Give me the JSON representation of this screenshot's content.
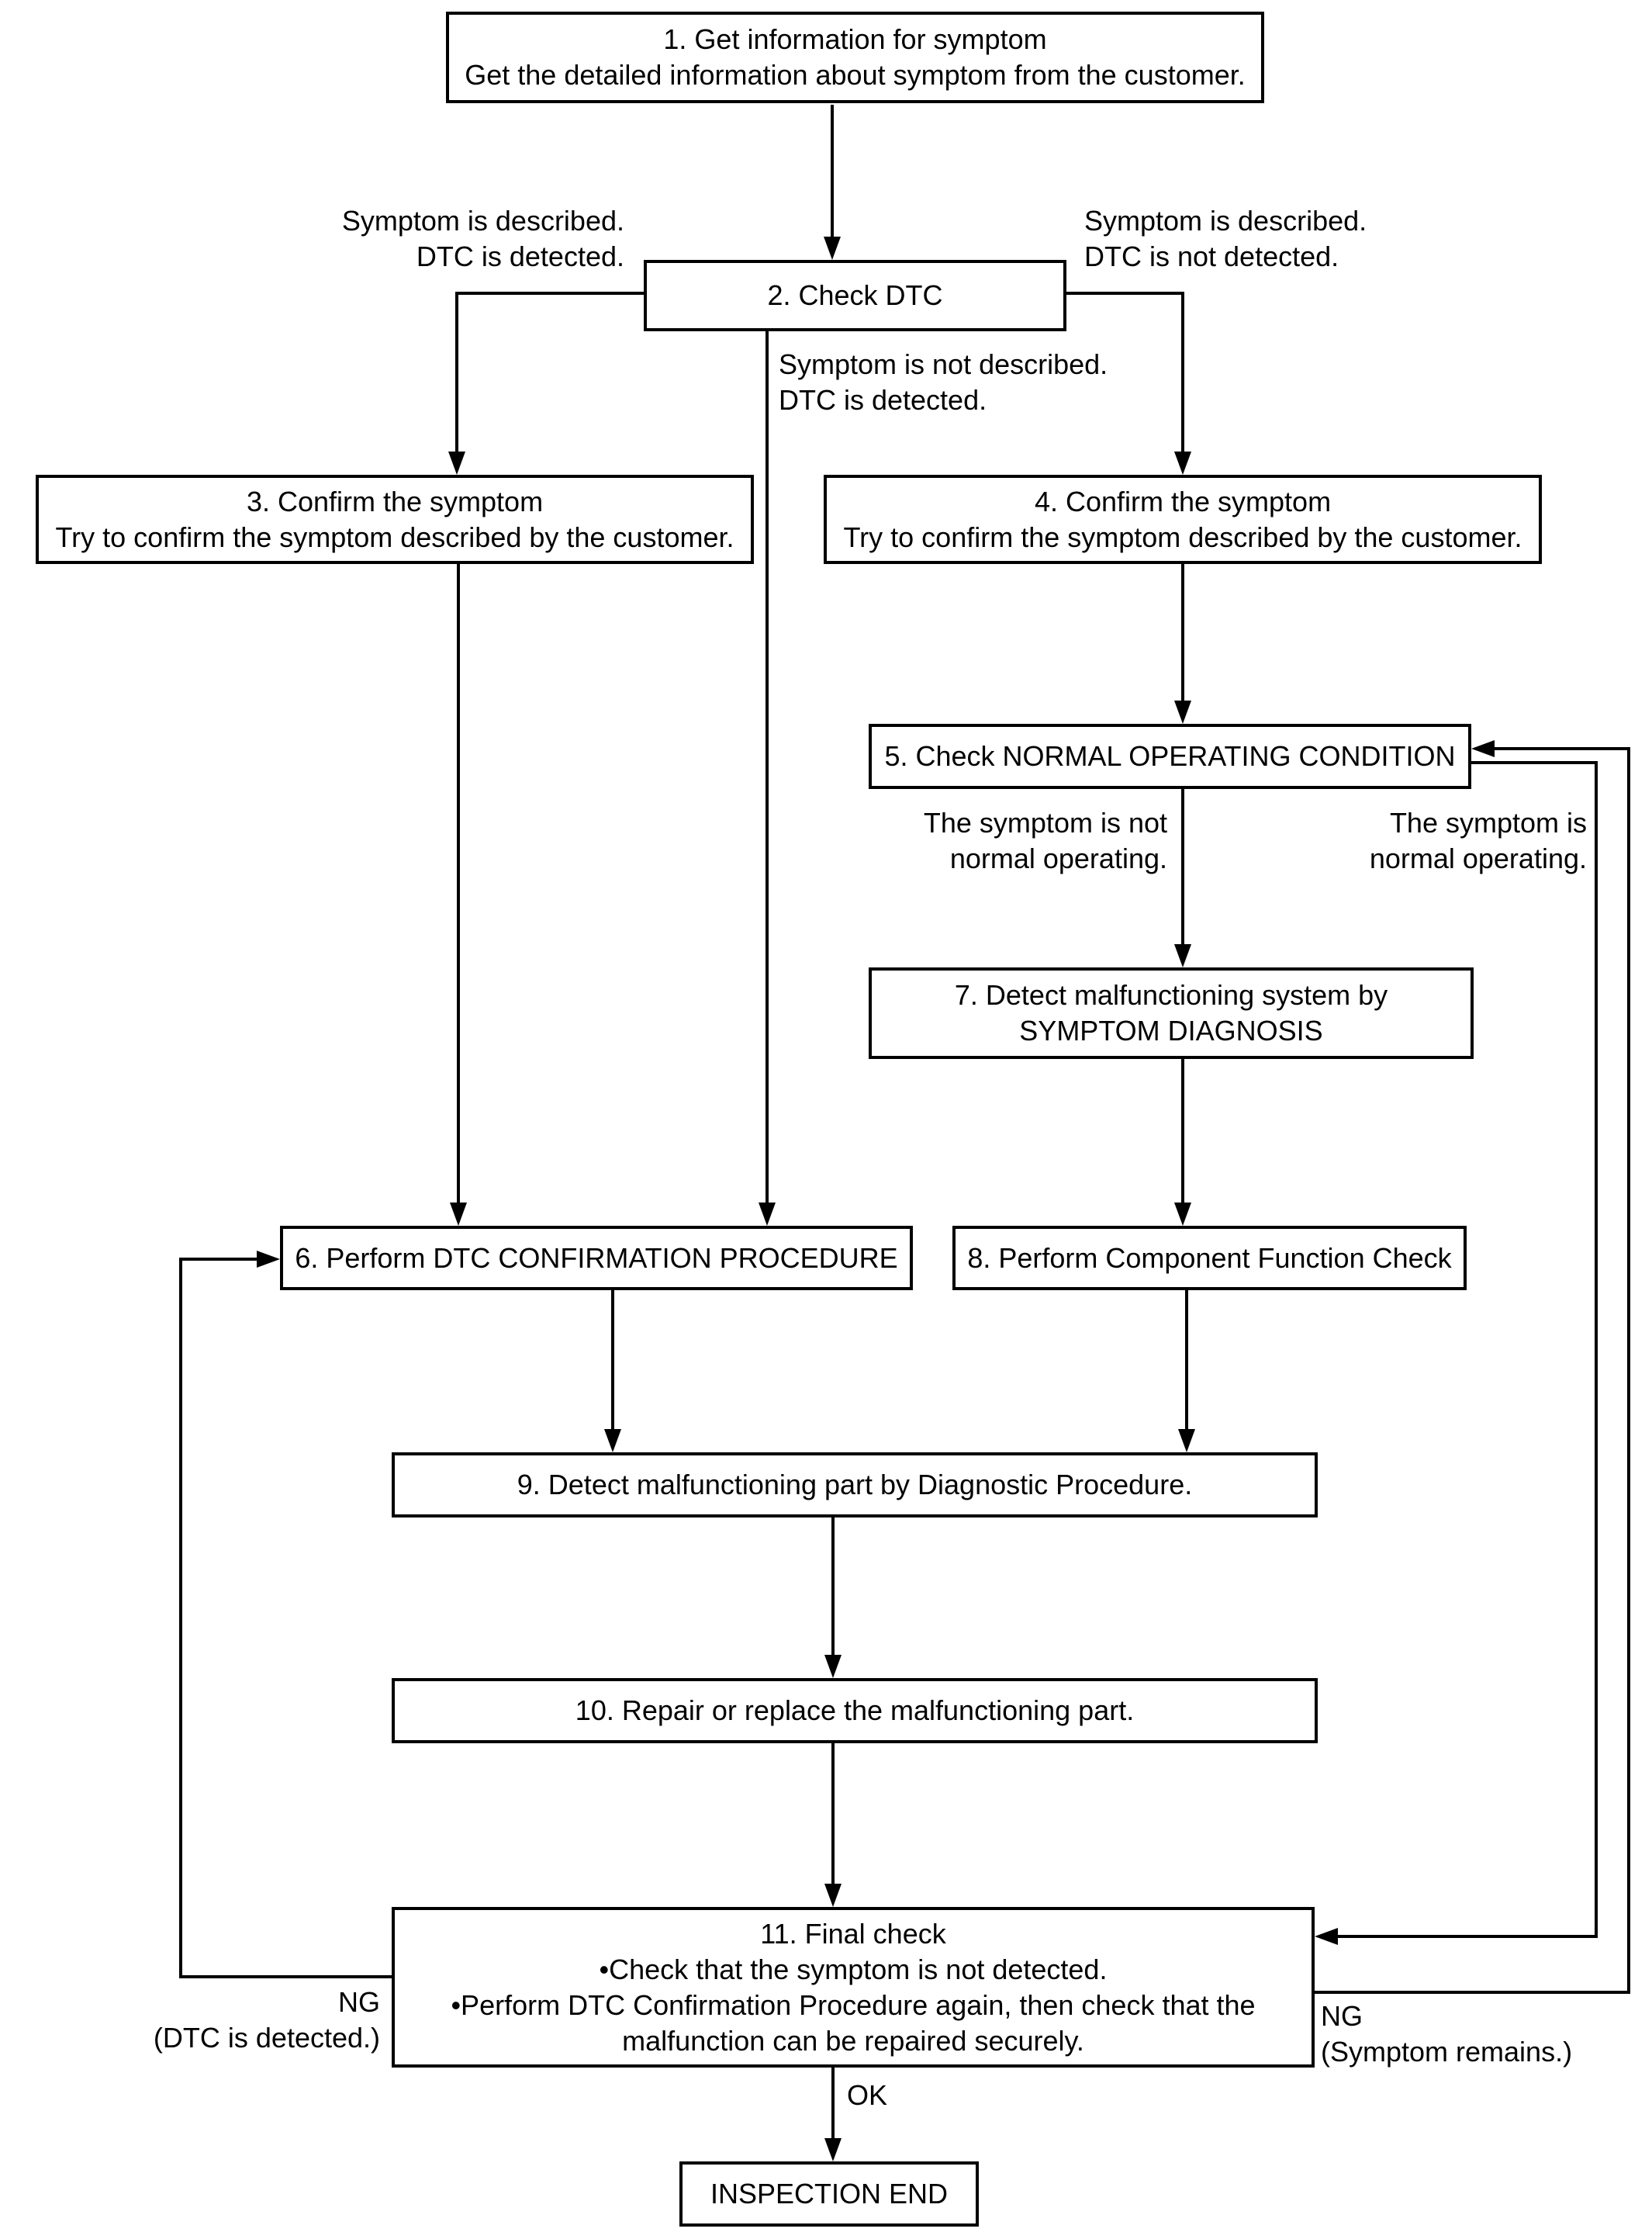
{
  "diagram": {
    "nodes": {
      "n1": {
        "lines": [
          "1. Get information for symptom",
          "Get the detailed information about symptom from the customer."
        ]
      },
      "n2": {
        "lines": [
          "2. Check DTC"
        ]
      },
      "n3": {
        "lines": [
          "3. Confirm the symptom",
          "Try to confirm the symptom described by the customer."
        ]
      },
      "n4": {
        "lines": [
          "4. Confirm the symptom",
          "Try to confirm the symptom described by the customer."
        ]
      },
      "n5": {
        "lines": [
          "5. Check NORMAL OPERATING CONDITION"
        ]
      },
      "n6": {
        "lines": [
          "6. Perform DTC CONFIRMATION PROCEDURE"
        ]
      },
      "n7": {
        "lines": [
          "7. Detect malfunctioning system by",
          "SYMPTOM DIAGNOSIS"
        ]
      },
      "n8": {
        "lines": [
          "8. Perform Component Function Check"
        ]
      },
      "n9": {
        "lines": [
          "9. Detect malfunctioning part by Diagnostic Procedure."
        ]
      },
      "n10": {
        "lines": [
          "10. Repair or replace the malfunctioning part."
        ]
      },
      "n11": {
        "lines": [
          "11. Final check",
          "•Check that the symptom is not detected.",
          "•Perform DTC Confirmation Procedure again, then check that the",
          "malfunction can be repaired securely."
        ]
      },
      "end": {
        "lines": [
          "INSPECTION END"
        ]
      }
    },
    "labels": {
      "branch_2_left": [
        "Symptom is described.",
        "DTC is detected."
      ],
      "branch_2_right": [
        "Symptom is described.",
        "DTC is not detected."
      ],
      "branch_2_down": [
        "Symptom is not described.",
        "DTC is detected."
      ],
      "branch_5_left": [
        "The symptom is not",
        "normal operating."
      ],
      "branch_5_right": [
        "The symptom is",
        "normal operating."
      ],
      "ng_left": [
        "NG",
        "(DTC is detected.)"
      ],
      "ng_right": [
        "NG",
        "(Symptom remains.)"
      ],
      "ok": "OK"
    },
    "colors": {
      "line": "#000000",
      "background": "#ffffff",
      "text": "#000000"
    }
  }
}
